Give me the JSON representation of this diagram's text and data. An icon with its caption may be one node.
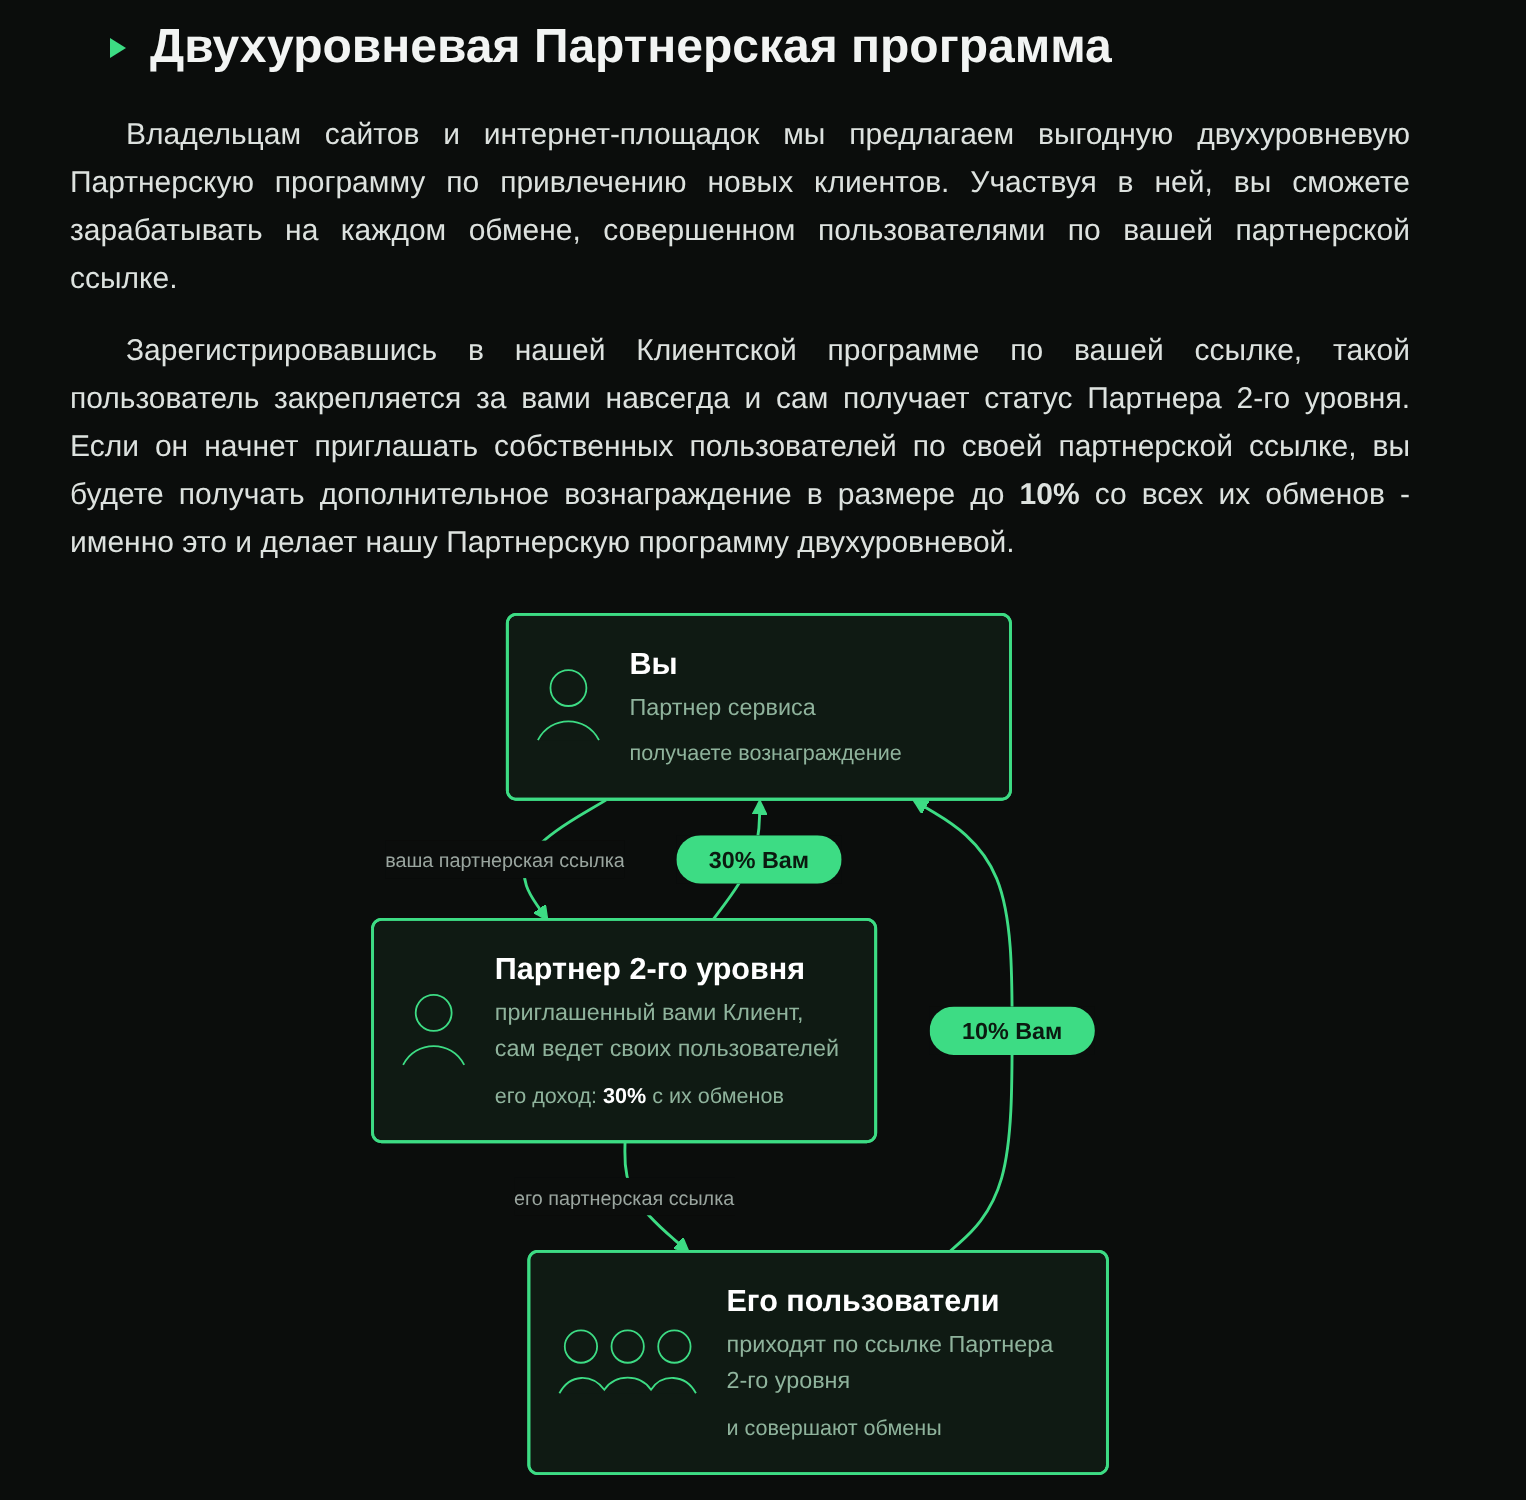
{
  "diagram": {
    "title": "Двухуровневая Партнерская программа",
    "nodes": [
      {
        "text": [
          "Вы",
          "Партнер сервиса",
          "получаете вознаграждение"
        ]
      },
      {
        "text": [
          "Партнер 2-го уровня",
          "приглашенный вами Клиент, сам ведет своих пользователей",
          "его доход: **30%** с их обменов"
        ]
      },
      {
        "text": [
          "Его пользователи",
          "приходят по ссылке Партнера 2-го уровня",
          "и совершают обмены"
        ]
      }
    ],
    "edges": [
      {
        "from": 0,
        "to": 1,
        "arrow": "to",
        "label": "ваша партнерская ссылка"
      },
      {
        "from": 1,
        "to": 2,
        "arrow": "to",
        "label": "его партнерская ссылка"
      },
      {
        "from": 1,
        "to": 0,
        "arrow": "to",
        "label": "30% Вам"
      },
      {
        "from": 2,
        "to": 0,
        "arrow": "to",
        "label": "10% Вам"
      }
    ],
    "labels": [
      "Владельцам сайтов и интернет-площадок мы предлагаем выгодную двухуровневую Партнерскую программу по привлечению новых клиентов. Участвуя в ней, вы сможете зарабатывать на каждом обмене, совершенном пользователями по вашей партнерской ссылке.",
      "Зарегистрировавшись в нашей Клиентской программе по вашей ссылке, такой пользователь закрепляется за вами навсегда и сам получает статус Партнера 2-го уровня. Если он начнет приглашать собственных пользователей по своей партнерской ссылке, вы будете получать дополнительное вознаграждение в размере до **10%** со всех их обменов - именно это и делает нашу Партнерскую программу двухуровневой."
    ]
  }
}
